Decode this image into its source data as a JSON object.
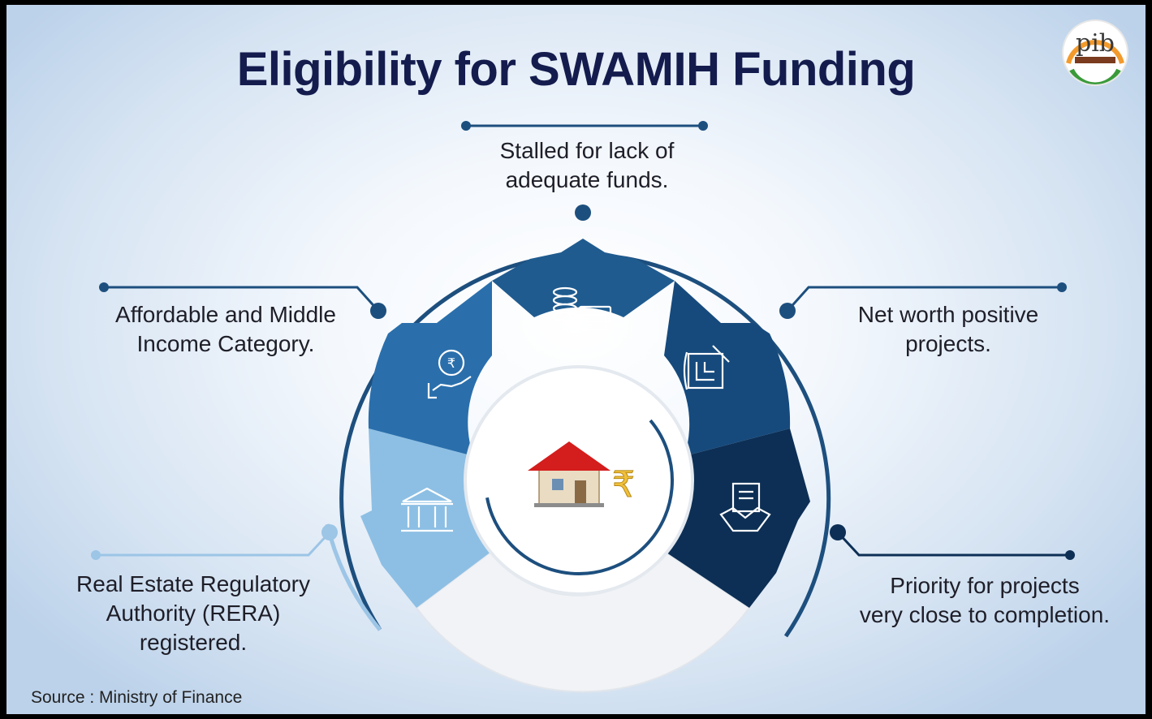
{
  "title": "Eligibility for SWAMIH Funding",
  "criteria": [
    {
      "icon": "coins-stack-icon",
      "lines": [
        "Stalled for lack of",
        "adequate funds."
      ]
    },
    {
      "icon": "hand-rupee-icon",
      "lines": [
        "Affordable and Middle",
        "Income Category."
      ]
    },
    {
      "icon": "blueprint-icon",
      "lines": [
        "Net worth positive",
        "projects."
      ]
    },
    {
      "icon": "bank-building-icon",
      "lines": [
        "Real Estate Regulatory",
        "Authority (RERA)",
        "registered."
      ]
    },
    {
      "icon": "handshake-document-icon",
      "lines": [
        "Priority for projects",
        "very close to completion."
      ]
    }
  ],
  "center_icon": "house-rupee-icon",
  "source": "Source : Ministry of Finance",
  "logo": {
    "text": "pib"
  },
  "colors": {
    "title": "#141c4e",
    "segment_funds": "#1f5b8f",
    "segment_affordable": "#2a6fac",
    "segment_networth": "#164a7d",
    "segment_rera": "#8dbfe4",
    "segment_priority": "#0d2f55",
    "segment_empty": "#f1f3f6",
    "ring": "#1d4f7e"
  }
}
